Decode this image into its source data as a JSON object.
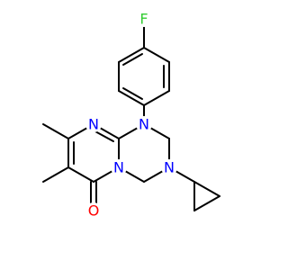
{
  "molecule": {
    "atoms": [
      {
        "id": "F",
        "label": "F",
        "color": "#33cc33"
      },
      {
        "id": "N1",
        "label": "N",
        "color": "#0000ff"
      },
      {
        "id": "N_ring",
        "label": "N",
        "color": "#0000ff"
      },
      {
        "id": "N5",
        "label": "N",
        "color": "#0000ff"
      },
      {
        "id": "N3",
        "label": "N",
        "color": "#0000ff"
      },
      {
        "id": "O",
        "label": "O",
        "color": "#ff0000"
      }
    ],
    "bond_color": "#000000",
    "background": "#ffffff"
  }
}
